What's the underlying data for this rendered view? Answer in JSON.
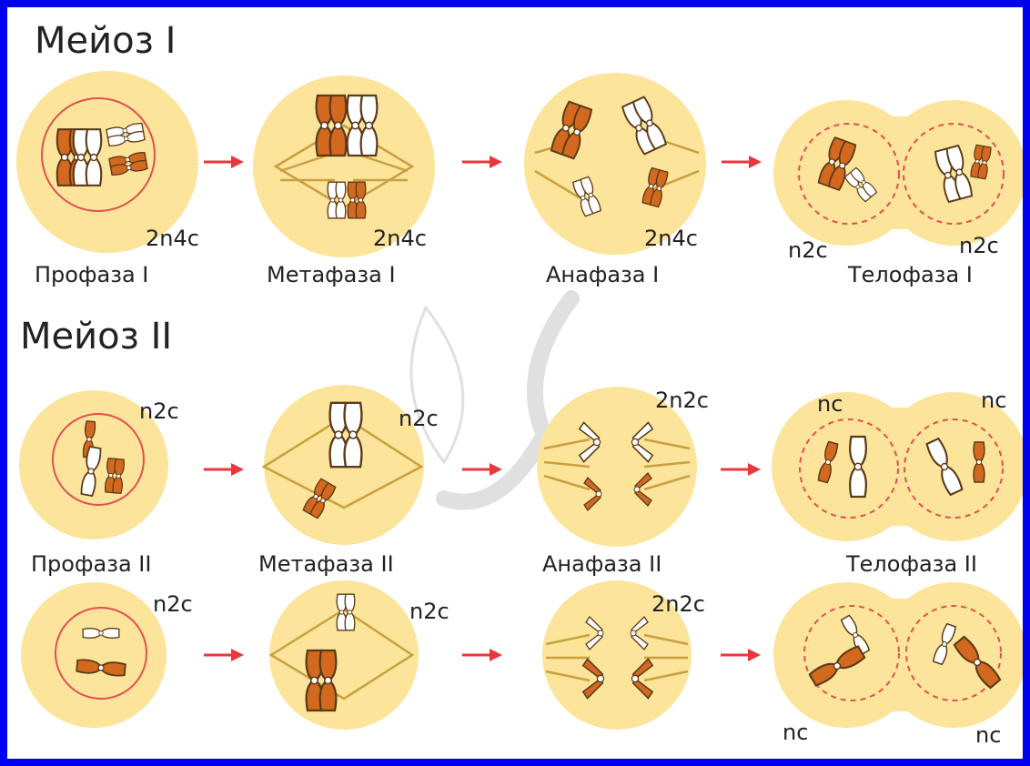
{
  "sections": [
    {
      "title": "Мейоз I"
    },
    {
      "title": "Мейоз II"
    }
  ],
  "stages": {
    "row1": [
      "Профаза I",
      "Метафаза I",
      "Анафаза I",
      "Телофаза I"
    ],
    "row2": [
      "Профаза II",
      "Метафаза II",
      "Анафаза II",
      "Телофаза II"
    ]
  },
  "ploidy": {
    "r1": {
      "prophase": "2n4c",
      "metaphase": "2n4c",
      "anaphase": "2n4c",
      "telophase_left": "n2c",
      "telophase_right": "n2c"
    },
    "r2": {
      "prophase": "n2c",
      "metaphase": "n2c",
      "anaphase": "2n2c",
      "telophase_left": "nc",
      "telophase_right": "nc"
    },
    "r3": {
      "prophase": "n2c",
      "metaphase": "n2c",
      "anaphase": "2n2c",
      "telophase_left": "nc",
      "telophase_right": "nc"
    }
  },
  "colors": {
    "cell": "#fde49b",
    "chromosome_orange": "#d2691e",
    "chromosome_white": "#ffffff",
    "outline": "#5a3a1a",
    "spindle": "#c8a040",
    "arrow": "#e8383d",
    "membrane": "#e05050",
    "frame": "#0000f0"
  },
  "icons": [
    "arrow-right-icon",
    "chromosome-icon",
    "spindle-icon"
  ]
}
